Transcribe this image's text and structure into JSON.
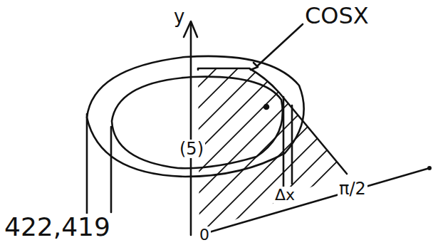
{
  "diagram": {
    "labels": [
      "y",
      "COSX",
      "(5)",
      "0",
      "Δx",
      "π/2",
      "422,419"
    ]
  }
}
